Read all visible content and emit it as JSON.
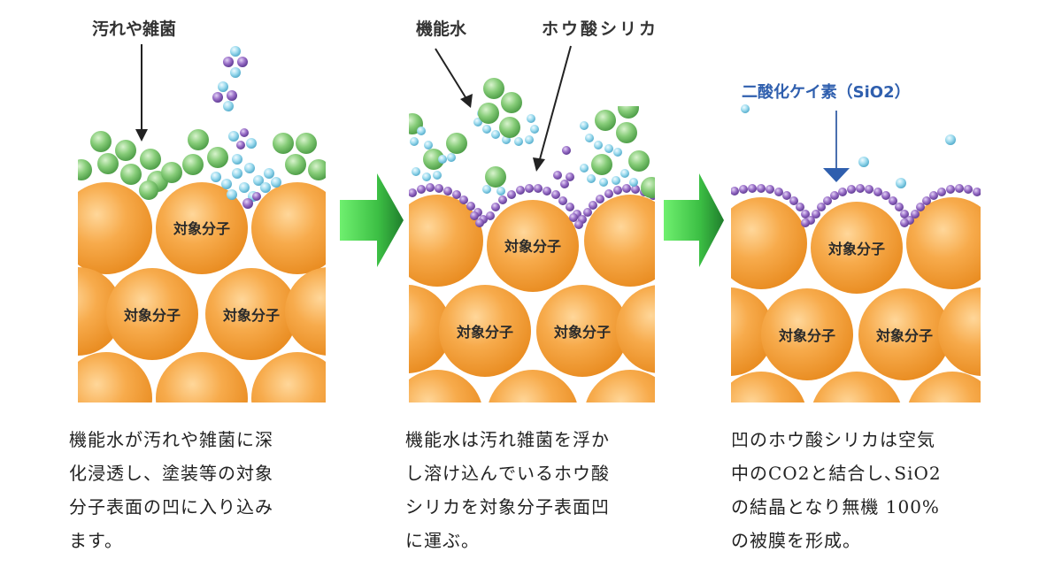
{
  "diagram": {
    "colors": {
      "target_molecule": "#f5a445",
      "dirt_bacteria": "#7cc46f",
      "functional_water": "#8fd3ea",
      "boric_silica": "#8b5fb8",
      "arrow_green": "#3fc64a",
      "sio2_label": "#2f5fae"
    },
    "panels": [
      {
        "step": 1,
        "callouts": [
          {
            "text": "汚れや雑菌"
          }
        ],
        "sphere_labels": [
          "対象分子",
          "対象分子",
          "対象分子"
        ],
        "caption_lines": [
          "機能水が汚れや雑菌に深",
          "化浸透し、塗装等の対象",
          "分子表面の凹に入り込み",
          "ます。"
        ]
      },
      {
        "step": 2,
        "callouts": [
          {
            "text": "機能水"
          },
          {
            "text": "ホウ酸シリカ"
          }
        ],
        "sphere_labels": [
          "対象分子",
          "対象分子",
          "対象分子"
        ],
        "caption_lines": [
          "機能水は汚れ雑菌を浮か",
          "し溶け込んでいるホウ酸",
          "シリカを対象分子表面凹",
          "に運ぶ。"
        ]
      },
      {
        "step": 3,
        "callouts": [
          {
            "text": "二酸化ケイ素（SiO2）"
          }
        ],
        "sphere_labels": [
          "対象分子",
          "対象分子",
          "対象分子"
        ],
        "caption_lines": [
          "凹のホウ酸シリカは空気",
          "中のCO2と結合し､SiO2",
          "の結晶となり無機 100%",
          "の被膜を形成。"
        ]
      }
    ],
    "step_arrows": [
      {
        "icon": "right-arrow-icon"
      },
      {
        "icon": "right-arrow-icon"
      }
    ]
  }
}
